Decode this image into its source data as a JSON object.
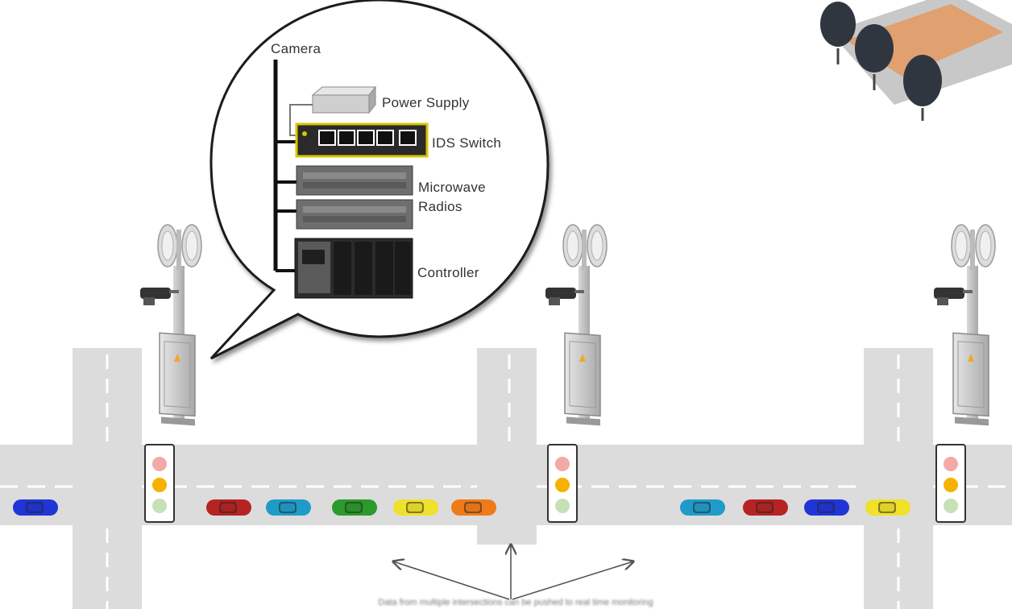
{
  "callout": {
    "camera_label": "Camera",
    "components": [
      {
        "id": "power-supply",
        "label": "Power Supply"
      },
      {
        "id": "ids-switch",
        "label": "IDS Switch"
      },
      {
        "id": "microwave-radios",
        "label_lines": [
          "Microwave",
          "Radios"
        ]
      },
      {
        "id": "controller",
        "label": "Controller"
      }
    ]
  },
  "intersections": [
    {
      "id": "intersection-1"
    },
    {
      "id": "intersection-2"
    },
    {
      "id": "intersection-3"
    }
  ],
  "traffic_light_colors": {
    "red": "#f2aaa6",
    "amber": "#f5b200",
    "green": "#c6e0b8"
  },
  "cars": [
    {
      "id": "car-1",
      "color": "#1f35d6"
    },
    {
      "id": "car-2",
      "color": "#b52323"
    },
    {
      "id": "car-3",
      "color": "#1f9bc9"
    },
    {
      "id": "car-4",
      "color": "#2a9a2a"
    },
    {
      "id": "car-5",
      "color": "#f0e12a"
    },
    {
      "id": "car-6",
      "color": "#f07a18"
    },
    {
      "id": "car-7",
      "color": "#1f9bc9"
    },
    {
      "id": "car-8",
      "color": "#b52323"
    },
    {
      "id": "car-9",
      "color": "#1f35d6"
    },
    {
      "id": "car-10",
      "color": "#f0e12a"
    }
  ],
  "caption": "Data from multiple intersections can be pushed to real time monitoring"
}
